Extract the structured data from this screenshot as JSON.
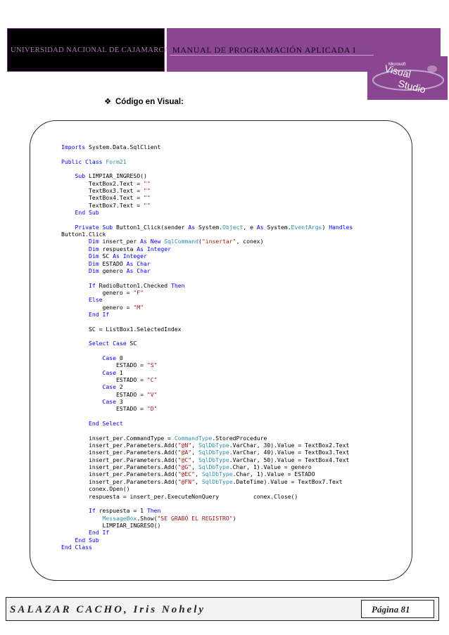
{
  "header": {
    "university": "UNIVERSIDAD NACIONAL DE CAJAMARCA",
    "manual_title": "MANUAL DE PROGRAMACIÓN APLICADA I",
    "logo_small": "Microsoft",
    "logo_line1": "Visual",
    "logo_line2": "Studio",
    "colors": {
      "purple": "#8a4690",
      "dark": "#000000"
    }
  },
  "section": {
    "bullet_icon": "diamond-bullet-icon",
    "bullet": "❖",
    "title": "Código en Visual:"
  },
  "code_lines": [
    [
      [
        "kw",
        "Imports"
      ],
      [
        "",
        "System.Data.SqlClient"
      ]
    ],
    [],
    [
      [
        "kw",
        "Public Class"
      ],
      [
        "",
        ""
      ],
      [
        "ty",
        "Form21"
      ]
    ],
    [],
    [
      [
        "",
        "    "
      ],
      [
        "kw",
        "Sub"
      ],
      [
        "",
        "LIMPIAR_INGRESO()"
      ]
    ],
    [
      [
        "",
        "        TextBox2.Text = "
      ],
      [
        "st",
        "\"\""
      ]
    ],
    [
      [
        "",
        "        TextBox3.Text = "
      ],
      [
        "st",
        "\"\""
      ]
    ],
    [
      [
        "",
        "        TextBox4.Text = "
      ],
      [
        "st",
        "\"\""
      ]
    ],
    [
      [
        "",
        "        TextBox7.Text = "
      ],
      [
        "st",
        "\"\""
      ]
    ],
    [
      [
        "",
        "    "
      ],
      [
        "kw",
        "End Sub"
      ]
    ],
    [],
    [
      [
        "",
        "    "
      ],
      [
        "kw",
        "Private Sub"
      ],
      [
        "",
        "Button1_Click(sender "
      ],
      [
        "kw",
        "As"
      ],
      [
        "",
        "System."
      ],
      [
        "ty",
        "Object"
      ],
      [
        "",
        ", e "
      ],
      [
        "kw",
        "As"
      ],
      [
        "",
        "System."
      ],
      [
        "ty",
        "EventArgs"
      ],
      [
        "",
        ") "
      ],
      [
        "kw",
        "Handles"
      ]
    ],
    [
      [
        "",
        "Button1.Click"
      ]
    ],
    [
      [
        "",
        "        "
      ],
      [
        "kw",
        "Dim"
      ],
      [
        "",
        "insert_per "
      ],
      [
        "kw",
        "As New"
      ],
      [
        "",
        ""
      ],
      [
        "ty",
        "SqlCommand"
      ],
      [
        "",
        "("
      ],
      [
        "st",
        "\"insertar\""
      ],
      [
        "",
        ", conex)"
      ]
    ],
    [
      [
        "",
        "        "
      ],
      [
        "kw",
        "Dim"
      ],
      [
        "",
        "respuesta "
      ],
      [
        "kw",
        "As Integer"
      ]
    ],
    [
      [
        "",
        "        "
      ],
      [
        "kw",
        "Dim"
      ],
      [
        "",
        "SC "
      ],
      [
        "kw",
        "As Integer"
      ]
    ],
    [
      [
        "",
        "        "
      ],
      [
        "kw",
        "Dim"
      ],
      [
        "",
        "ESTADO "
      ],
      [
        "kw",
        "As Char"
      ]
    ],
    [
      [
        "",
        "        "
      ],
      [
        "kw",
        "Dim"
      ],
      [
        "",
        "genero "
      ],
      [
        "kw",
        "As Char"
      ]
    ],
    [],
    [
      [
        "",
        "        "
      ],
      [
        "kw",
        "If"
      ],
      [
        "",
        "RadioButton1.Checked "
      ],
      [
        "kw",
        "Then"
      ]
    ],
    [
      [
        "",
        "            genero = "
      ],
      [
        "st",
        "\"F\""
      ]
    ],
    [
      [
        "",
        "        "
      ],
      [
        "kw",
        "Else"
      ]
    ],
    [
      [
        "",
        "            genero = "
      ],
      [
        "st",
        "\"M\""
      ]
    ],
    [
      [
        "",
        "        "
      ],
      [
        "kw",
        "End If"
      ]
    ],
    [],
    [
      [
        "",
        "        SC = ListBox1.SelectedIndex"
      ]
    ],
    [],
    [
      [
        "",
        "        "
      ],
      [
        "kw",
        "Select Case"
      ],
      [
        "",
        "SC"
      ]
    ],
    [],
    [
      [
        "",
        "            "
      ],
      [
        "kw",
        "Case"
      ],
      [
        "",
        "0"
      ]
    ],
    [
      [
        "",
        "                ESTADO = "
      ],
      [
        "st",
        "\"S\""
      ]
    ],
    [
      [
        "",
        "            "
      ],
      [
        "kw",
        "Case"
      ],
      [
        "",
        "1"
      ]
    ],
    [
      [
        "",
        "                ESTADO = "
      ],
      [
        "st",
        "\"C\""
      ]
    ],
    [
      [
        "",
        "            "
      ],
      [
        "kw",
        "Case"
      ],
      [
        "",
        "2"
      ]
    ],
    [
      [
        "",
        "                ESTADO = "
      ],
      [
        "st",
        "\"V\""
      ]
    ],
    [
      [
        "",
        "            "
      ],
      [
        "kw",
        "Case"
      ],
      [
        "",
        "3"
      ]
    ],
    [
      [
        "",
        "                ESTADO = "
      ],
      [
        "st",
        "\"D\""
      ]
    ],
    [],
    [
      [
        "",
        "        "
      ],
      [
        "kw",
        "End Select"
      ]
    ],
    [],
    [
      [
        "",
        "        insert_per.CommandType = "
      ],
      [
        "ty",
        "CommandType"
      ],
      [
        "",
        ".StoredProcedure"
      ]
    ],
    [
      [
        "",
        "        insert_per.Parameters.Add("
      ],
      [
        "st",
        "\"@N\""
      ],
      [
        "",
        ", "
      ],
      [
        "ty",
        "SqlDbType"
      ],
      [
        "",
        ".VarChar, 30).Value = TextBox2.Text"
      ]
    ],
    [
      [
        "",
        "        insert_per.Parameters.Add("
      ],
      [
        "st",
        "\"@A\""
      ],
      [
        "",
        ", "
      ],
      [
        "ty",
        "SqlDbType"
      ],
      [
        "",
        ".VarChar, 40).Value = TextBox3.Text"
      ]
    ],
    [
      [
        "",
        "        insert_per.Parameters.Add("
      ],
      [
        "st",
        "\"@C\""
      ],
      [
        "",
        ", "
      ],
      [
        "ty",
        "SqlDbType"
      ],
      [
        "",
        ".VarChar, 50).Value = TextBox4.Text"
      ]
    ],
    [
      [
        "",
        "        insert_per.Parameters.Add("
      ],
      [
        "st",
        "\"@G\""
      ],
      [
        "",
        ", "
      ],
      [
        "ty",
        "SqlDbType"
      ],
      [
        "",
        ".Char, 1).Value = genero"
      ]
    ],
    [
      [
        "",
        "        insert_per.Parameters.Add("
      ],
      [
        "st",
        "\"@EC\""
      ],
      [
        "",
        ", "
      ],
      [
        "ty",
        "SqlDbType"
      ],
      [
        "",
        ".Char, 1).Value = ESTADO"
      ]
    ],
    [
      [
        "",
        "        insert_per.Parameters.Add("
      ],
      [
        "st",
        "\"@FN\""
      ],
      [
        "",
        ", "
      ],
      [
        "ty",
        "SqlDbType"
      ],
      [
        "",
        ".DateTime).Value = TextBox7.Text"
      ]
    ],
    [
      [
        "",
        "        conex.Open()"
      ]
    ],
    [
      [
        "",
        "        respuesta = insert_per.ExecuteNonQuery          conex.Close()"
      ]
    ],
    [],
    [
      [
        "",
        "        "
      ],
      [
        "kw",
        "If"
      ],
      [
        "",
        "respuesta = 1 "
      ],
      [
        "kw",
        "Then"
      ]
    ],
    [
      [
        "",
        "            "
      ],
      [
        "ty",
        "MessageBox"
      ],
      [
        "",
        ".Show("
      ],
      [
        "st",
        "\"SE GRABÓ EL REGISTRO\""
      ],
      [
        "",
        ")"
      ]
    ],
    [
      [
        "",
        "            LIMPIAR_INGRESO()"
      ]
    ],
    [
      [
        "",
        "        "
      ],
      [
        "kw",
        "End If"
      ]
    ],
    [
      [
        "",
        "    "
      ],
      [
        "kw",
        "End Sub"
      ]
    ],
    [
      [
        "kw",
        "End Class"
      ]
    ]
  ],
  "footer": {
    "author": "SALAZAR CACHO, Iris Nohely",
    "page": "Página 81"
  }
}
